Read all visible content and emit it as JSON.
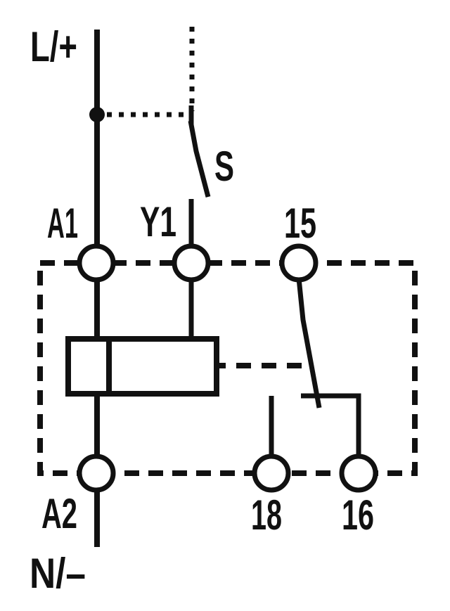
{
  "diagram": {
    "title": "relay-wiring-schematic",
    "labels": {
      "l_plus": "L/+",
      "n_minus": "N/–",
      "s": "S",
      "a1": "A1",
      "y1": "Y1",
      "t15": "15",
      "a2": "A2",
      "t18": "18",
      "t16": "16"
    },
    "colors": {
      "line": "#111111",
      "background": "#ffffff"
    }
  }
}
